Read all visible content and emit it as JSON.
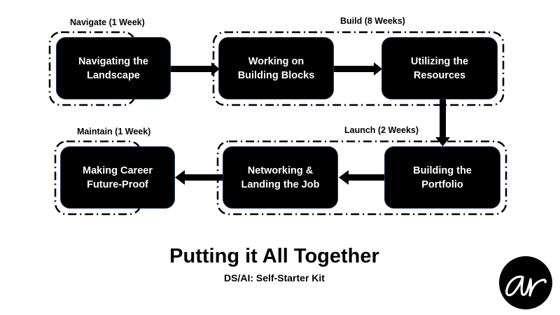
{
  "groups": [
    {
      "label": "Navigate (1 Week)"
    },
    {
      "label": "Build (8 Weeks)"
    },
    {
      "label": "Launch (2 Weeks)"
    },
    {
      "label": "Maintain (1 Week)"
    }
  ],
  "steps": [
    {
      "label": "Navigating the\nLandscape"
    },
    {
      "label": "Working on\nBuilding Blocks"
    },
    {
      "label": "Utilizing the\nResources"
    },
    {
      "label": "Building the\nPortfolio"
    },
    {
      "label": "Networking &\nLanding the Job"
    },
    {
      "label": "Making Career\nFuture-Proof"
    }
  ],
  "title": "Putting it All Together",
  "subtitle": "DS/AI: Self-Starter Kit",
  "logo": {
    "text": "ar",
    "icon": "ar-monogram-logo"
  },
  "colors": {
    "box": "#000000",
    "box_text": "#ffffff",
    "background": "#ffffff"
  }
}
